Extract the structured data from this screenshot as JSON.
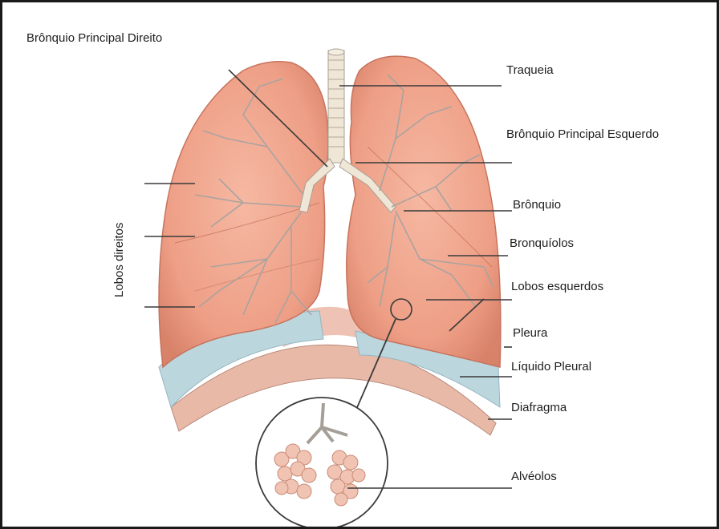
{
  "labels": {
    "bronquio_principal_direito": "Brônquio Principal Direito",
    "traqueia": "Traqueia",
    "bronquio_principal_esquerdo": "Brônquio Principal Esquerdo",
    "bronquio": "Brônquio",
    "bronquiolos": "Bronquíolos",
    "lobos_esquerdos": "Lobos esquerdos",
    "pleura": "Pleura",
    "liquido_pleural": "Líquido Pleural",
    "diafragma": "Diafragma",
    "alveolos": "Alvéolos",
    "lobos_direitos": "Lobos direitos"
  },
  "colors": {
    "lung_fill": "#f0a68e",
    "lung_dark": "#d98a72",
    "pleural_fluid": "#bcd6de",
    "diaphragm": "#e7b4a4",
    "airway": "#efe6d6",
    "leader_line": "#3a3a3a"
  }
}
